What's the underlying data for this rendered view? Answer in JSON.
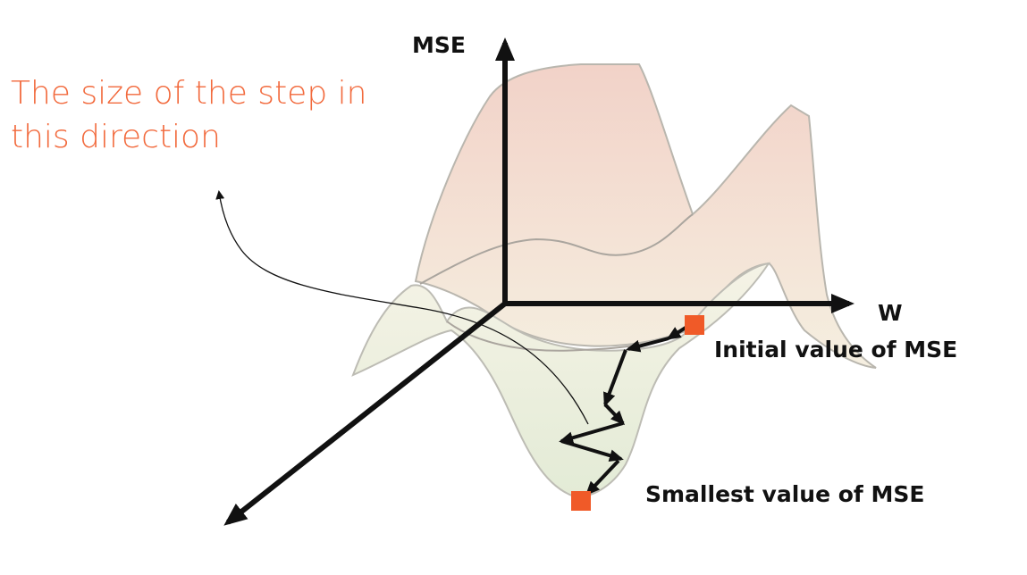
{
  "caption": {
    "line1": "The size of the step in",
    "line2": "this direction"
  },
  "axes": {
    "y_label": "MSE",
    "x_label": "W"
  },
  "annotations": {
    "initial": "Initial value of MSE",
    "smallest": "Smallest value of MSE"
  },
  "colors": {
    "accent": "#f05a28",
    "caption": "#f26a3d",
    "axis": "#111111"
  }
}
